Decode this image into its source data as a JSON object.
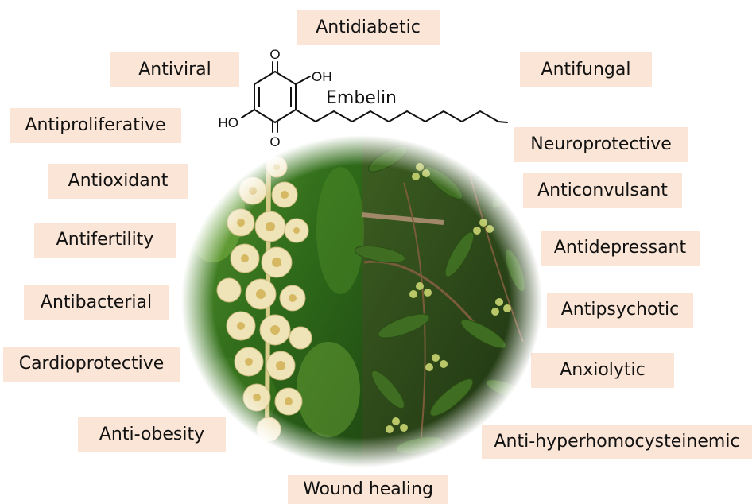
{
  "molecule": {
    "name": "Embelin",
    "groups": [
      "O",
      "OH",
      "HO",
      "O"
    ]
  },
  "activities": {
    "left": [
      "Antiviral",
      "Antiproliferative",
      "Antioxidant",
      "Antifertility",
      "Antibacterial",
      "Cardioprotective",
      "Anti-obesity"
    ],
    "top": "Antidiabetic",
    "bottom": "Wound healing",
    "right": [
      "Antifungal",
      "Neuroprotective",
      "Anticonvulsant",
      "Antidepressant",
      "Antipsychotic",
      "Anxiolytic",
      "Anti-hyperhomocysteinemic"
    ]
  },
  "colors": {
    "label_bg": "#fbe5d6",
    "text": "#111111",
    "flower": "#efe3b8",
    "leaf_dark": "#2f5a1e",
    "leaf_light": "#6ca33a",
    "berry": "#b9c768"
  }
}
